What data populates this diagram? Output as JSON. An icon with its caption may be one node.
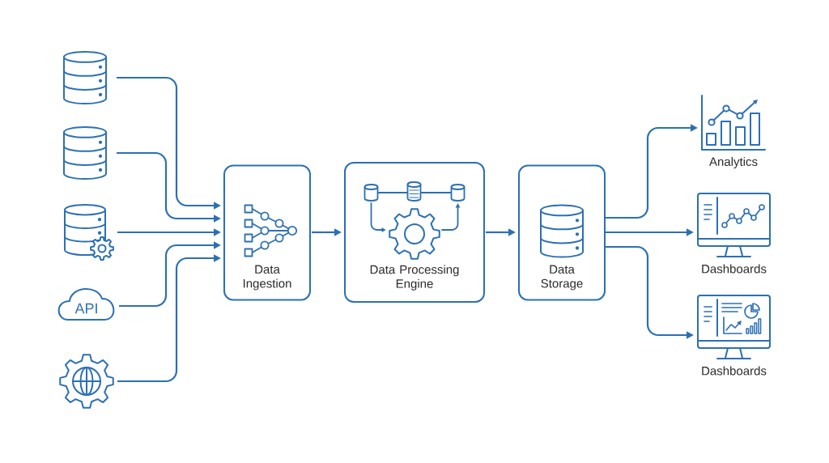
{
  "diagram": {
    "nodes": [
      {
        "text": [],
        "shape": "cylinder"
      },
      {
        "text": [],
        "shape": "cylinder"
      },
      {
        "text": [],
        "shape": "cylinder"
      },
      {
        "text": [
          "API"
        ]
      },
      {
        "text": [],
        "shape": "picture"
      },
      {
        "text": [
          "Data Ingestion"
        ]
      },
      {
        "text": [
          "Data Processing Engine"
        ]
      },
      {
        "text": [
          "Data Storage"
        ]
      },
      {
        "text": [],
        "shape": "picture",
        "beside": [
          "Analytics"
        ]
      },
      {
        "text": [],
        "shape": "picture",
        "beside": [
          "Dashboards"
        ]
      },
      {
        "text": [],
        "shape": "picture",
        "beside": [
          "Dashboards"
        ]
      }
    ],
    "edges": [
      {
        "from": 0,
        "to": 5,
        "arrow": "to"
      },
      {
        "from": 1,
        "to": 5,
        "arrow": "to"
      },
      {
        "from": 2,
        "to": 5,
        "arrow": "to"
      },
      {
        "from": 3,
        "to": 5,
        "arrow": "to"
      },
      {
        "from": 4,
        "to": 5,
        "arrow": "to"
      },
      {
        "from": 5,
        "to": 6,
        "arrow": "to"
      },
      {
        "from": 6,
        "to": 7,
        "arrow": "to"
      },
      {
        "from": 7,
        "to": 8,
        "arrow": "to"
      },
      {
        "from": 7,
        "to": 9,
        "arrow": "to"
      },
      {
        "from": 7,
        "to": 10,
        "arrow": "to"
      }
    ]
  }
}
